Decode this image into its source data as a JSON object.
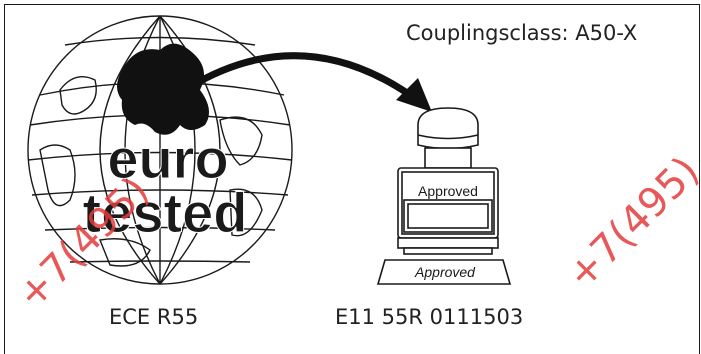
{
  "labels": {
    "coupling_class": "Couplingsclass: A50-X",
    "standard": "ECE R55",
    "certificate": "E11 55R 0111503"
  },
  "logo": {
    "line1": "euro",
    "line2": "tested"
  },
  "stamp": {
    "handle_label": "Approved",
    "paper_label": "Approved"
  },
  "watermark": {
    "text": "+7(495)"
  },
  "colors": {
    "ink": "#1a1a1a",
    "watermark": "#e43b3b",
    "background": "#ffffff"
  }
}
